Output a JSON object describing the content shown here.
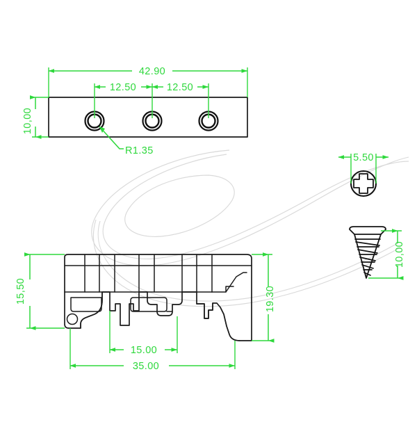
{
  "drawing": {
    "title": "DIN rail mounting bracket technical drawing",
    "background_color": "#ffffff",
    "dimension_color": "#2ed83c",
    "outline_color": "#1a1a1a",
    "watermark_color": "#d9d9d9",
    "units": "mm"
  },
  "views": {
    "top_view": {
      "name": "top-plate-view",
      "dimensions": {
        "overall_length": "42.90",
        "hole_spacing_left": "12.50",
        "hole_spacing_right": "12.50",
        "plate_width": "10,00",
        "hole_radius": "R1.35"
      },
      "hole_count": 3
    },
    "section_view": {
      "name": "rail-profile-section-view",
      "dimensions": {
        "left_height": "15,50",
        "right_height": "19.30",
        "inner_width": "15.00",
        "overall_width": "35.00"
      }
    },
    "screw_head_view": {
      "name": "screw-head-top-view",
      "dimensions": {
        "head_diameter": "5.50"
      },
      "recess_type": "phillips-cross"
    },
    "screw_side_view": {
      "name": "screw-side-view",
      "dimensions": {
        "screw_length": "10,00"
      },
      "screw_type": "countersunk-self-tapping"
    }
  },
  "labels": {
    "d_42_90": "42.90",
    "d_12_50_a": "12.50",
    "d_12_50_b": "12.50",
    "d_10_00_plate": "10,00",
    "d_r1_35": "R1.35",
    "d_15_50": "15,50",
    "d_19_30": "19.30",
    "d_15_00": "15.00",
    "d_35_00": "35.00",
    "d_5_50": "5.50",
    "d_10_00_screw": "10,00"
  }
}
